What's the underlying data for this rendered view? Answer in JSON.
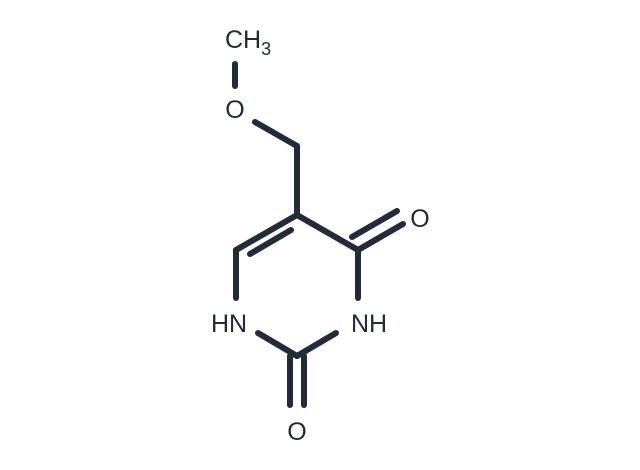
{
  "molecule": {
    "labels": {
      "methyl_c": "CH",
      "methyl_sub": "3",
      "ether_o": "O",
      "carbonyl_o_top": "O",
      "carbonyl_o_bottom": "O",
      "nh_left": "HN",
      "nh_right": "NH"
    }
  },
  "colors": {
    "ink": "#232a38",
    "background": "#ffffff"
  }
}
